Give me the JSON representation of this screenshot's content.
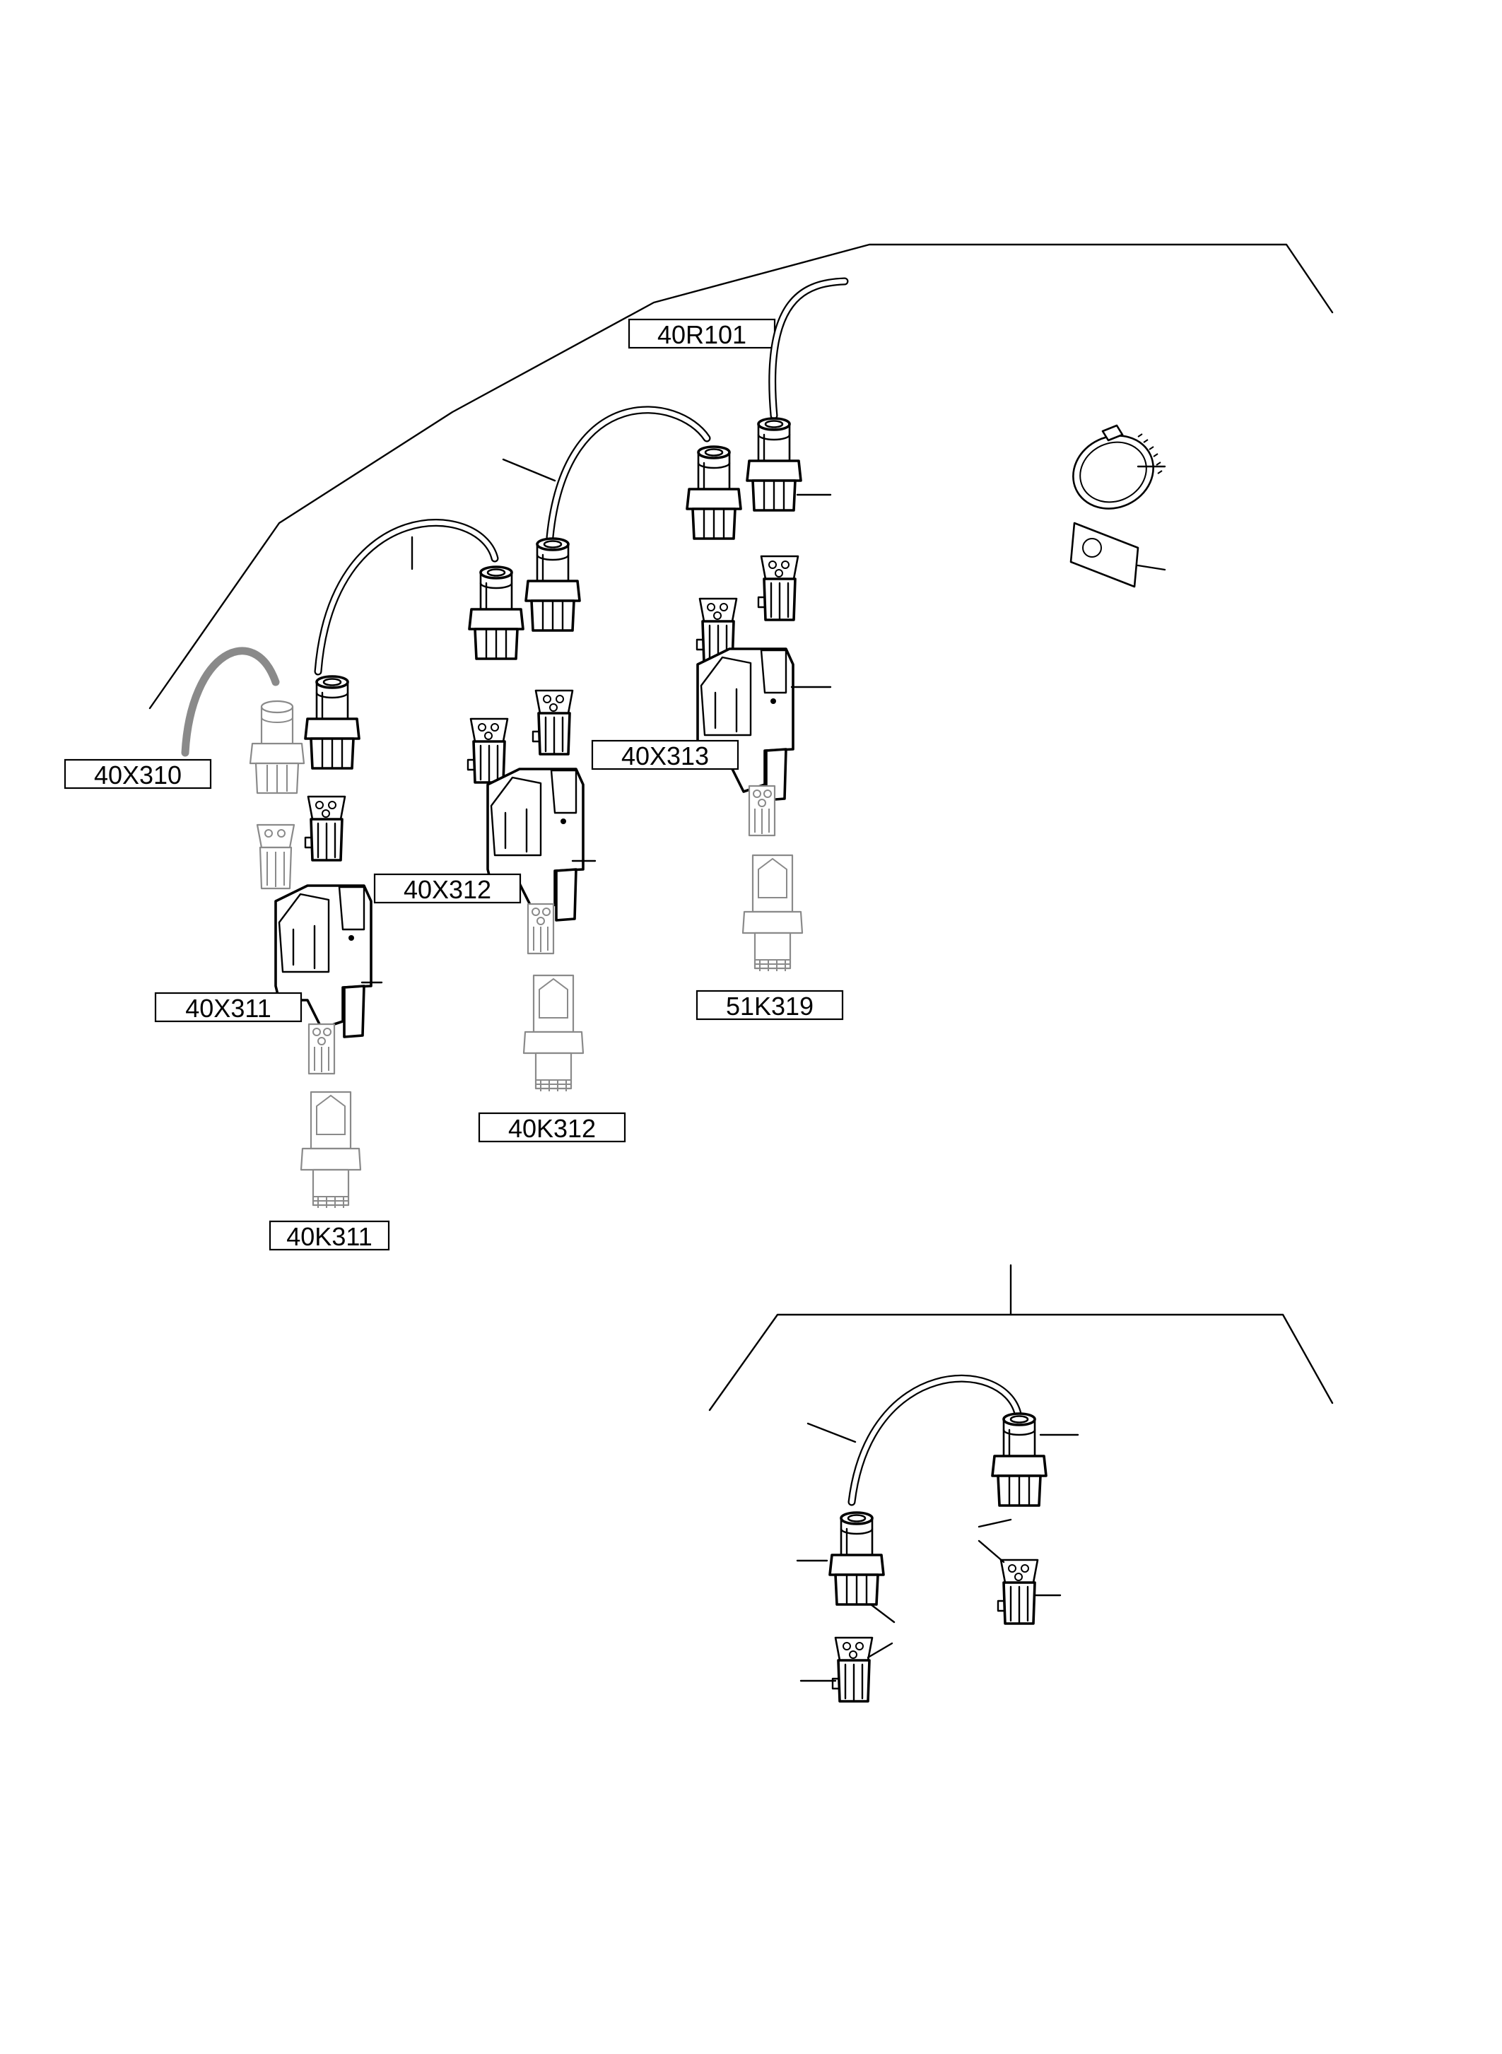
{
  "labels": {
    "r101": "40R101",
    "x310": "40X310",
    "x311": "40X311",
    "x312": "40X312",
    "x313": "40X313",
    "k311": "40K311",
    "k312": "40K312",
    "k319": "51K319"
  }
}
